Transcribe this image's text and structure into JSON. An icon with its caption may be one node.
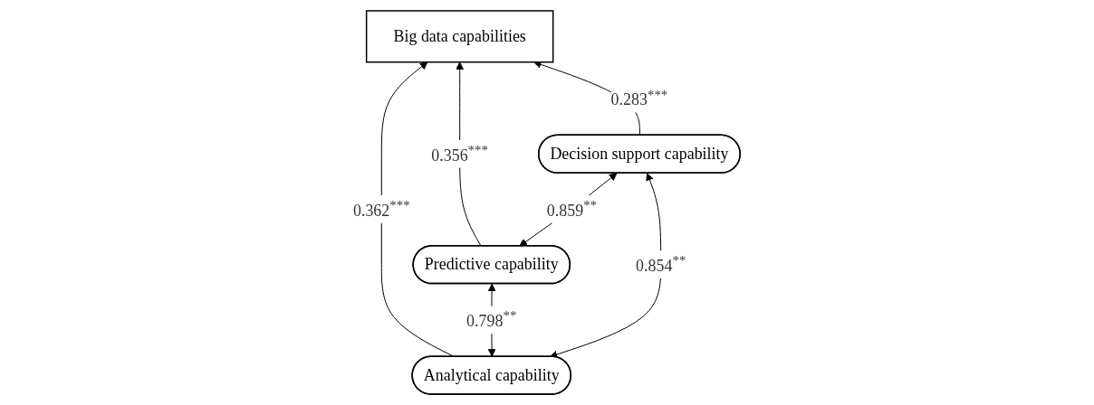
{
  "diagram": {
    "nodes": [
      {
        "text": [
          "Big data capabilities"
        ]
      },
      {
        "text": [
          "Analytical capability"
        ]
      },
      {
        "text": [
          "Predictive capability"
        ]
      },
      {
        "text": [
          "Decision support capability"
        ]
      }
    ],
    "edges": [
      {
        "from": 1,
        "to": 0,
        "arrow": "to",
        "label": "0.362$^{***}$"
      },
      {
        "from": 2,
        "to": 0,
        "arrow": "to",
        "label": "0.356$^{***}$"
      },
      {
        "from": 3,
        "to": 0,
        "arrow": "to",
        "label": "0.283$^{***}$"
      },
      {
        "from": 1,
        "to": 2,
        "arrow": "both",
        "label": "0.798$^{**}$"
      },
      {
        "from": 2,
        "to": 3,
        "arrow": "both",
        "label": "0.859$^{**}$"
      },
      {
        "from": 1,
        "to": 3,
        "arrow": "both",
        "label": "0.854$^{**}$"
      }
    ]
  }
}
